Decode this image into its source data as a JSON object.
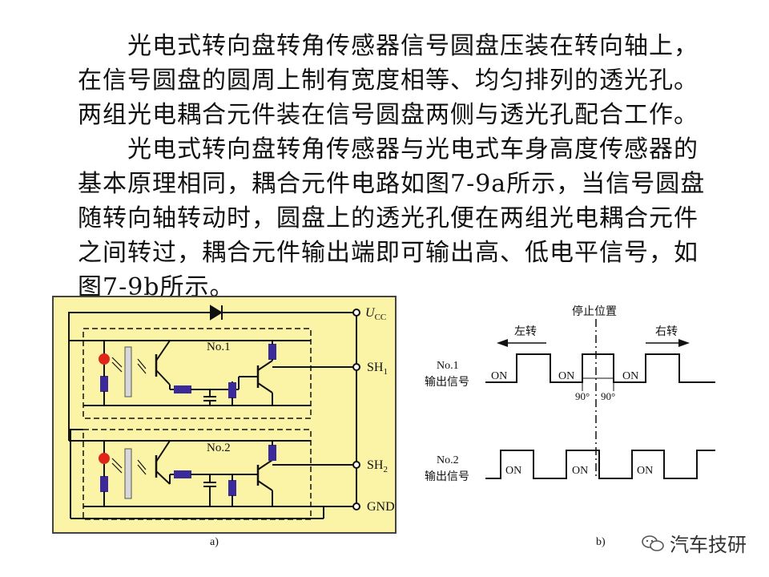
{
  "paragraphs": [
    {
      "lines": [
        "光电式转向盘转角传感器信号圆盘压装在转向轴上，",
        "在信号圆盘的圆周上制有宽度相等、均匀排列的透光孔。",
        "两组光电耦合元件装在信号圆盘两侧与透光孔配合工作。"
      ]
    },
    {
      "lines": [
        "光电式转向盘转角传感器与光电式车身高度传感器的",
        "基本原理相同，耦合元件电路如图7-9a所示，当信号圆盘",
        "随转向轴转动时，圆盘上的透光孔便在两组光电耦合元件",
        "之间转过，耦合元件输出端即可输出高、低电平信号，如",
        "图7-9b所示。"
      ]
    }
  ],
  "circuit": {
    "ucc_main": "U",
    "ucc_sub": "CC",
    "sh1_main": "SH",
    "sh1_sub": "1",
    "sh2_main": "SH",
    "sh2_sub": "2",
    "gnd": "GND",
    "no1": "No.1",
    "no2": "No.2",
    "caption": "a)",
    "colors": {
      "panel": "#fbf3a6",
      "resistor": "#3a2a9a",
      "led": "#e0261b"
    }
  },
  "timing": {
    "stop_label": "停止位置",
    "left_label": "左转",
    "right_label": "右转",
    "no1_label_1": "No.1",
    "no1_label_2": "输出信号",
    "no2_label_1": "No.2",
    "no2_label_2": "输出信号",
    "on": "ON",
    "deg_left": "90°",
    "deg_right": "90°",
    "caption": "b)"
  },
  "watermark": {
    "text": "汽车技研",
    "icon": "wechat-icon"
  }
}
